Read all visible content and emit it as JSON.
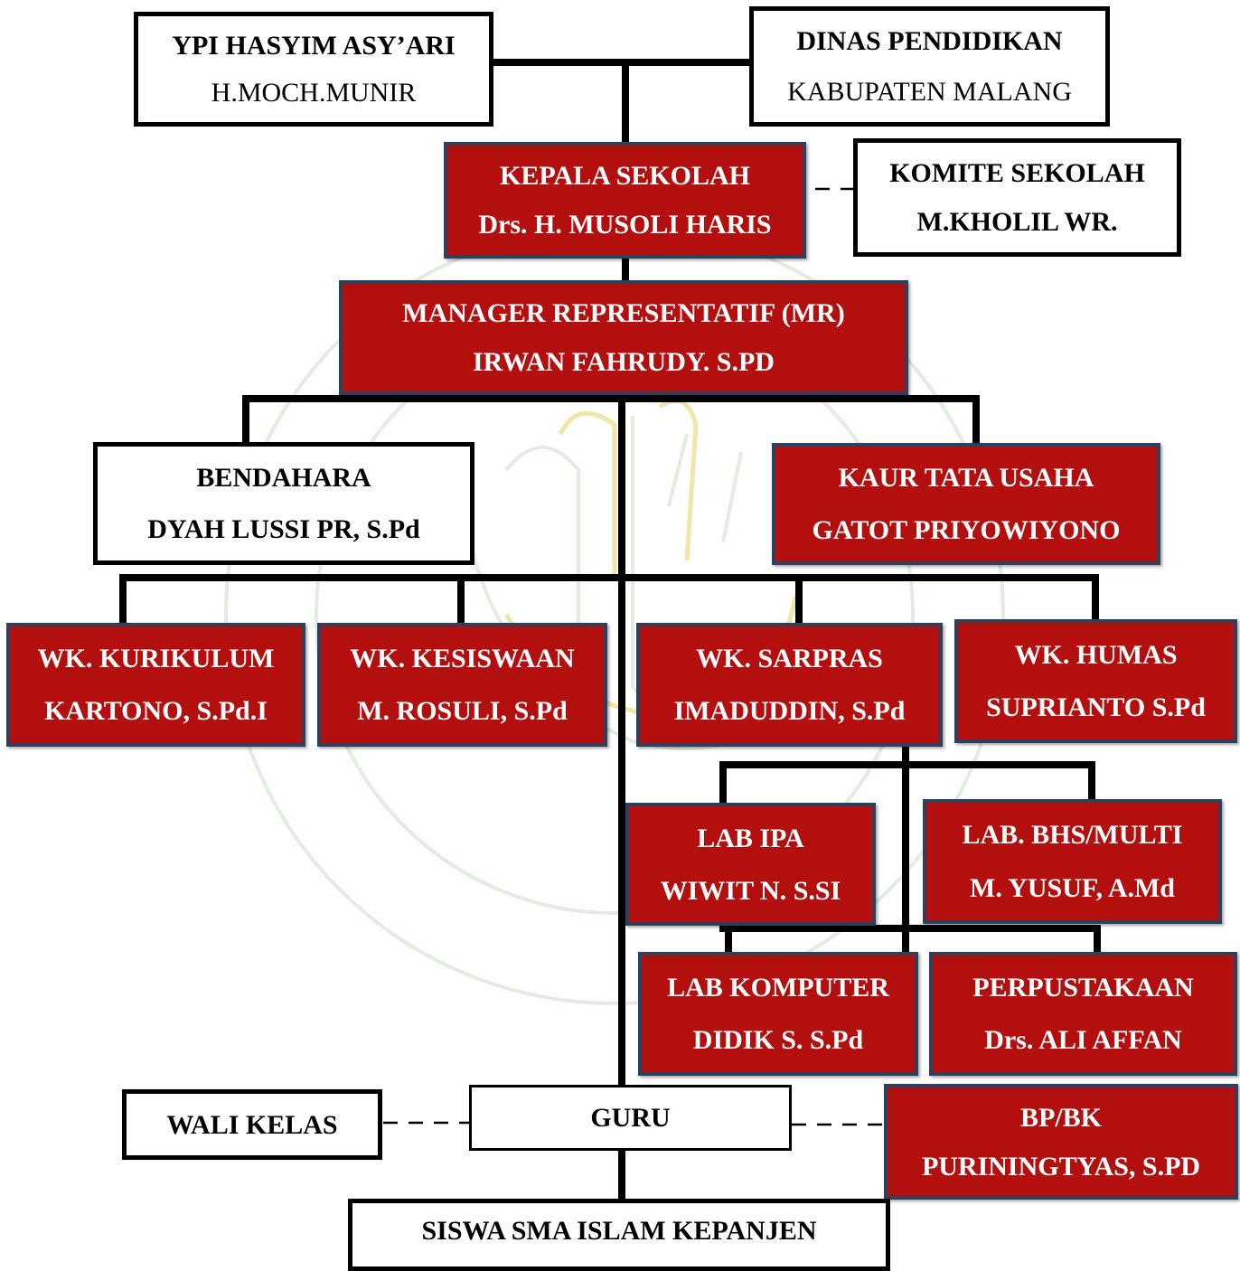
{
  "colors": {
    "unit_fill": "#b30f0f",
    "unit_border": "#2f3f5c",
    "plain_fill": "#ffffff",
    "line": "#000000",
    "watermark": "#dfeadd"
  },
  "nodes": {
    "ypi": {
      "title": "YPI HASYIM ASY’ARI",
      "name": "H.MOCH.MUNIR"
    },
    "dinas": {
      "title": "DINAS PENDIDIKAN",
      "name": "KABUPATEN MALANG"
    },
    "kepsek": {
      "title": "KEPALA SEKOLAH",
      "name": "Drs. H. MUSOLI HARIS"
    },
    "komite": {
      "title": "KOMITE SEKOLAH",
      "name": "M.KHOLIL WR."
    },
    "mr": {
      "title": "MANAGER REPRESENTATIF (MR)",
      "name": "IRWAN FAHRUDY. S.PD"
    },
    "bendahara": {
      "title": "BENDAHARA",
      "name": "DYAH LUSSI PR, S.Pd"
    },
    "kaur": {
      "title": "KAUR TATA USAHA",
      "name": "GATOT PRIYOWIYONO"
    },
    "wk_kurikulum": {
      "title": "WK. KURIKULUM",
      "name": "KARTONO, S.Pd.I"
    },
    "wk_kesiswaan": {
      "title": "WK. KESISWAAN",
      "name": "M. ROSULI, S.Pd"
    },
    "wk_sarpras": {
      "title": "WK. SARPRAS",
      "name": "IMADUDDIN,  S.Pd"
    },
    "wk_humas": {
      "title": "WK. HUMAS",
      "name": "SUPRIANTO S.Pd"
    },
    "lab_ipa": {
      "title": "LAB IPA",
      "name": "WIWIT N. S.SI"
    },
    "lab_bhs": {
      "title": "LAB. BHS/MULTI",
      "name": "M. YUSUF, A.Md"
    },
    "lab_komputer": {
      "title": "LAB KOMPUTER",
      "name": "DIDIK S. S.Pd"
    },
    "perpustakaan": {
      "title": "PERPUSTAKAAN",
      "name": "Drs. ALI AFFAN"
    },
    "wali_kelas": {
      "title": "WALI KELAS"
    },
    "guru": {
      "title": "GURU"
    },
    "bpbk": {
      "title": "BP/BK",
      "name": "PURININGTYAS, S.PD"
    },
    "siswa": {
      "title": "SISWA SMA ISLAM KEPANJEN"
    }
  },
  "watermark": {
    "logo": "university-seal-logo"
  }
}
